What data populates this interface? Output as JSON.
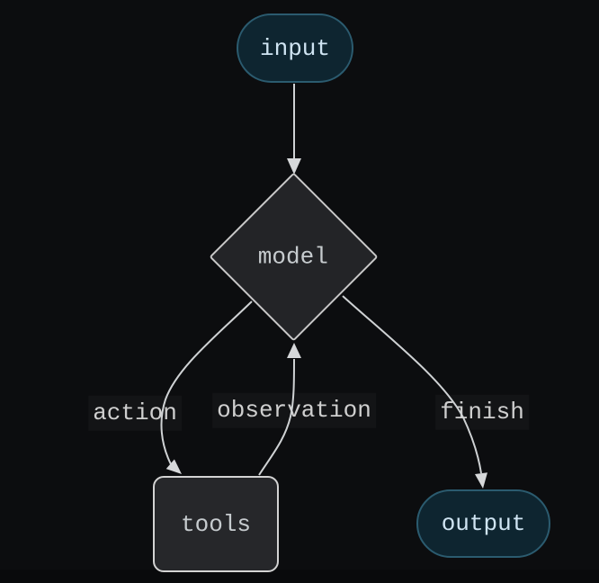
{
  "diagram": {
    "type": "flowchart",
    "background_color": "#0c0d0f",
    "edge_color": "#cfd2d4",
    "edge_label_background": "#131416",
    "edge_label_text_color": "#cfcfcf",
    "nodes": {
      "input": {
        "label": "input",
        "shape": "stadium",
        "fill": "#0e2530",
        "border_color": "#2b5b6f",
        "text_color": "#cfe4f2"
      },
      "model": {
        "label": "model",
        "shape": "diamond",
        "fill": "#232427",
        "border_color": "#c9c9c9",
        "text_color": "#c6cbce"
      },
      "tools": {
        "label": "tools",
        "shape": "rounded-rect",
        "fill": "#26272a",
        "border_color": "#d3d3d3",
        "text_color": "#c6cbce"
      },
      "output": {
        "label": "output",
        "shape": "stadium",
        "fill": "#0e2530",
        "border_color": "#2b5b6f",
        "text_color": "#cfe4f2"
      }
    },
    "edges": [
      {
        "from": "input",
        "to": "model",
        "label": ""
      },
      {
        "from": "model",
        "to": "tools",
        "label": "action"
      },
      {
        "from": "tools",
        "to": "model",
        "label": "observation"
      },
      {
        "from": "model",
        "to": "output",
        "label": "finish"
      }
    ]
  }
}
